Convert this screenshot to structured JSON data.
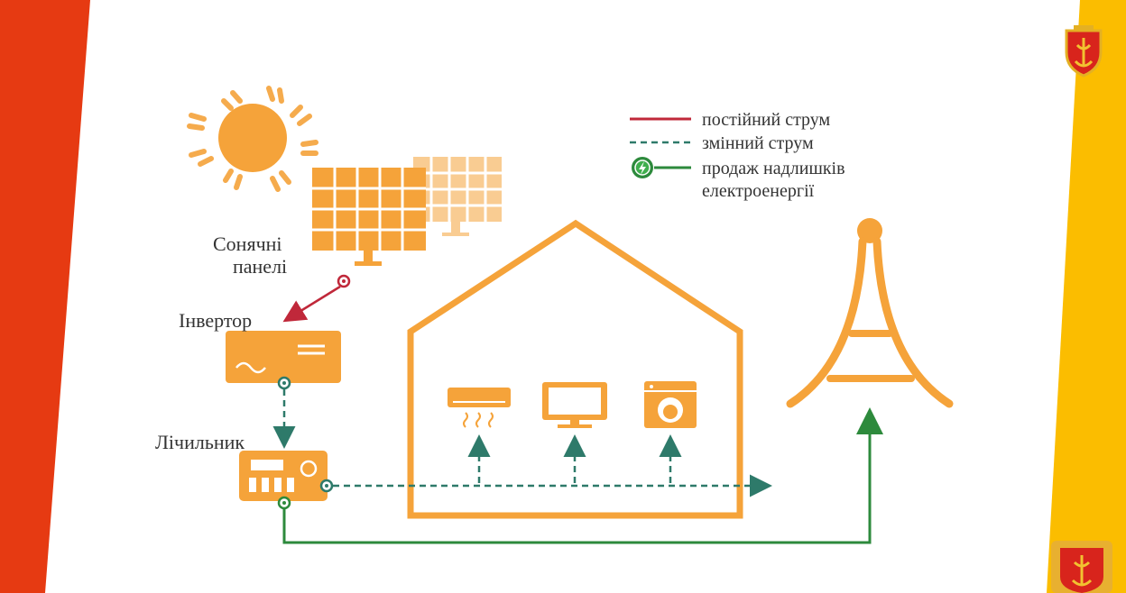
{
  "legend": {
    "direct_current": "постійний струм",
    "alternating_current": "змінний струм",
    "surplus_line1": "продаж надлишків",
    "surplus_line2": "електроенергії"
  },
  "labels": {
    "solar_panels_line1": "Сонячні",
    "solar_panels_line2": "панелі",
    "inverter": "Інвертор",
    "meter": "Лічильник"
  },
  "colors": {
    "orange": "#f5a33a",
    "dc_line": "#c0283a",
    "ac_line": "#2e7a6a",
    "grid_sale": "#2d8a3c",
    "left_band": "#e63a12",
    "right_band": "#fbbd00"
  },
  "icons": [
    "sun-icon",
    "solar-panel-icon",
    "inverter-icon",
    "meter-icon",
    "house-icon",
    "air-conditioner-icon",
    "tv-icon",
    "washing-machine-icon",
    "power-tower-icon",
    "lightning-icon",
    "coat-of-arms-icon"
  ]
}
